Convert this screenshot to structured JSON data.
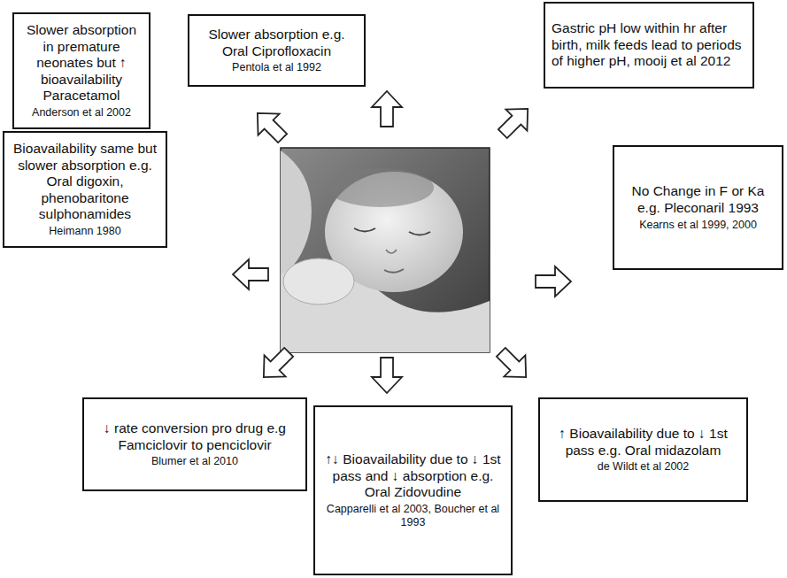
{
  "diagram": {
    "nodes": [
      {
        "text": [
          "Slower absorption in premature neonates but ↑ bioavailability Paracetamol",
          "Anderson et al 2002"
        ]
      },
      {
        "text": [
          "Slower absorption e.g. Oral Ciprofloxacin",
          "Pentola et al 1992"
        ]
      },
      {
        "text": [
          "Gastric pH low within hr after birth, milk feeds lead to periods of higher pH, mooij et al 2012"
        ]
      },
      {
        "text": [
          "Bioavailability same but slower absorption e.g. Oral digoxin, phenobaritone sulphonamides",
          "Heimann 1980"
        ]
      },
      {
        "text": [
          "No Change in F or Ka e.g. Pleconaril 1993",
          "Kearns et al 1999, 2000"
        ]
      },
      {
        "text": [
          "↓ rate conversion pro drug e.g Famciclovir to penciclovir",
          "Blumer et al 2010"
        ]
      },
      {
        "text": [
          "↑↓ Bioavailability due to ↓ 1st pass and ↓ absorption e.g. Oral Zidovudine",
          "Capparelli et al 2003, Boucher et al 1993"
        ]
      },
      {
        "text": [
          "↑ Bioavailability due to ↓ 1st pass e.g. Oral midazolam",
          "de Wildt et al 2002"
        ]
      }
    ]
  }
}
